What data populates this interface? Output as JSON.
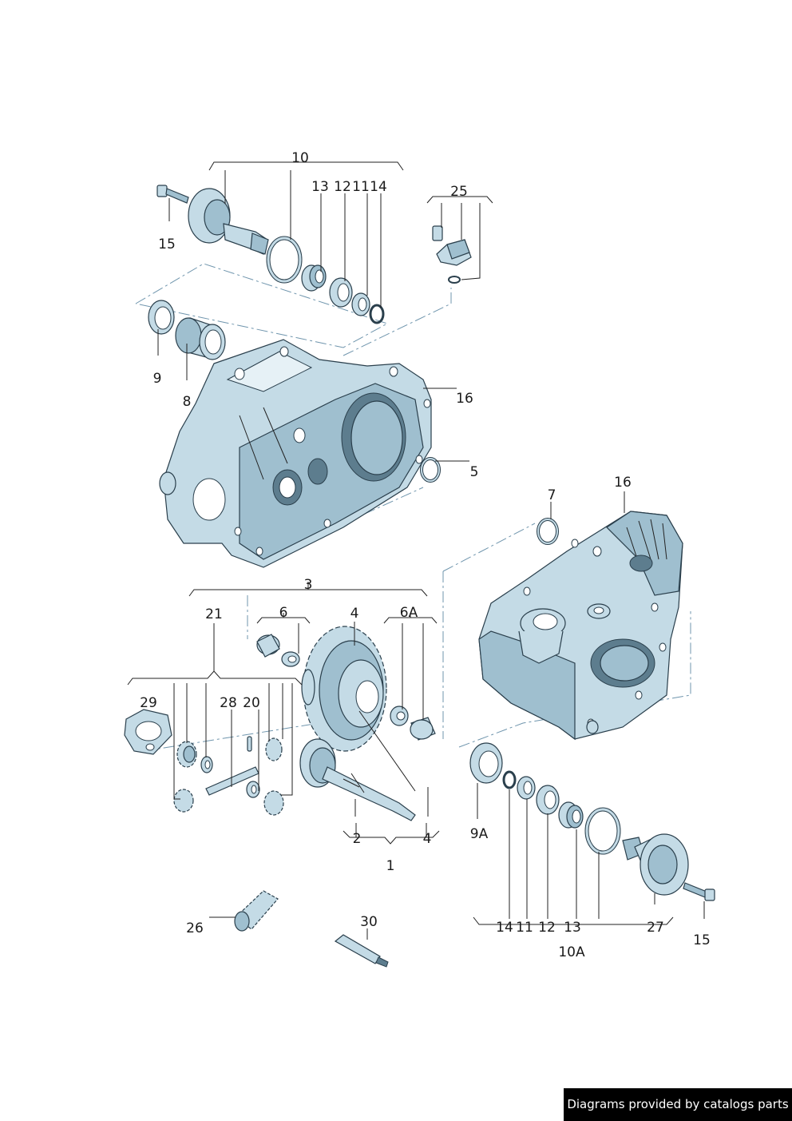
{
  "labels": {
    "l10": "10",
    "l13a": "13",
    "l12a": "12",
    "l11a": "11",
    "l14a": "14",
    "l25": "25",
    "l15a": "15",
    "l9": "9",
    "l8": "8",
    "l16a": "16",
    "l5": "5",
    "l7": "7",
    "l16b": "16",
    "l3": "3",
    "l21": "21",
    "l6": "6",
    "l4a": "4",
    "l6a": "6A",
    "l29": "29",
    "l28": "28",
    "l20": "20",
    "l2": "2",
    "l4b": "4",
    "l1": "1",
    "l9a": "9A",
    "l14b": "14",
    "l11b": "11",
    "l12b": "12",
    "l13b": "13",
    "l27": "27",
    "l15b": "15",
    "l10a": "10A",
    "l26": "26",
    "l30": "30"
  },
  "credit": "Diagrams provided by catalogs parts",
  "colors": {
    "part_fill": "#c4dbe6",
    "part_shade": "#9fbfcf",
    "outline": "#2a3f4c",
    "phantom_line": "#6f95ad",
    "credit_bg": "#000000"
  }
}
